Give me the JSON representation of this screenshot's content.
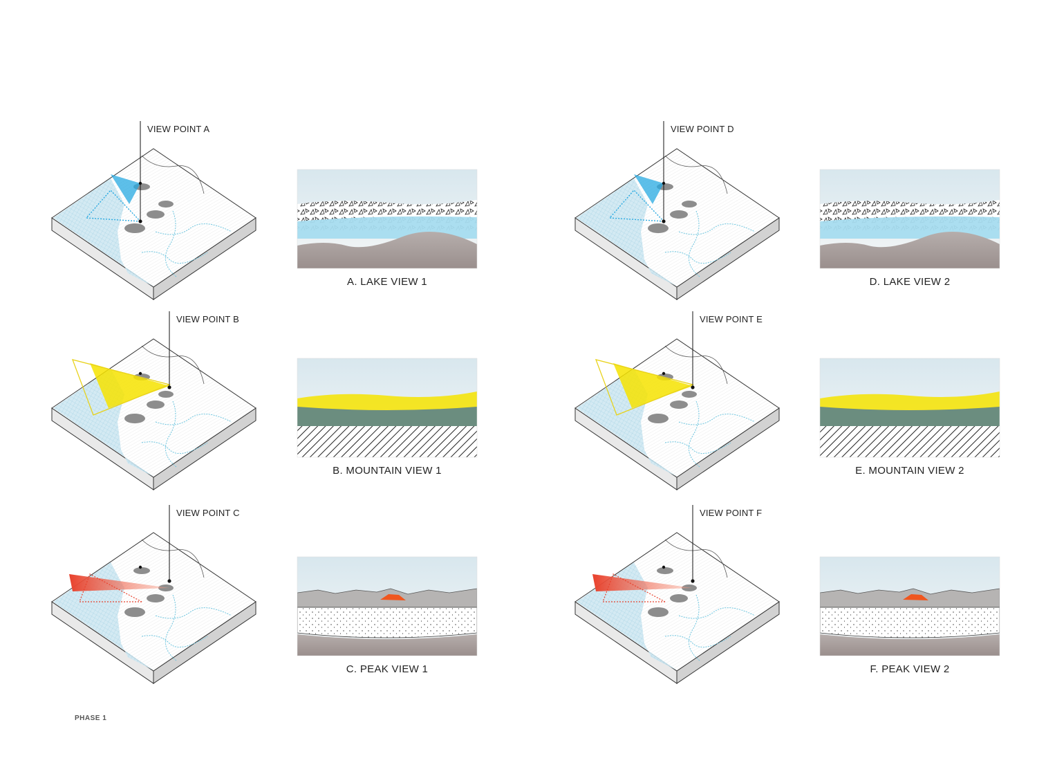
{
  "phase_label": "PHASE 1",
  "colors": {
    "lake_blue": "#a7dcef",
    "cone_blue": "#27a9e1",
    "cone_yellow": "#f6e300",
    "cone_red": "#e8412c",
    "peak_orange": "#f0561e",
    "sky": "#e7eef1",
    "ground_grey": "#b7b2b0"
  },
  "views": [
    {
      "id": "A",
      "viewpoint_label": "VIEW POINT A",
      "caption": "A. LAKE VIEW 1",
      "type": "lake",
      "cone_color": "#27a9e1"
    },
    {
      "id": "B",
      "viewpoint_label": "VIEW POINT B",
      "caption": "B. MOUNTAIN VIEW 1",
      "type": "mountain",
      "cone_color": "#f6e300"
    },
    {
      "id": "C",
      "viewpoint_label": "VIEW POINT C",
      "caption": "C. PEAK VIEW 1",
      "type": "peak",
      "cone_color": "#e8412c"
    },
    {
      "id": "D",
      "viewpoint_label": "VIEW POINT D",
      "caption": "D. LAKE VIEW 2",
      "type": "lake",
      "cone_color": "#27a9e1"
    },
    {
      "id": "E",
      "viewpoint_label": "VIEW POINT E",
      "caption": "E. MOUNTAIN VIEW 2",
      "type": "mountain",
      "cone_color": "#f6e300"
    },
    {
      "id": "F",
      "viewpoint_label": "VIEW POINT F",
      "caption": "F. PEAK VIEW 2",
      "type": "peak",
      "cone_color": "#e8412c"
    }
  ]
}
